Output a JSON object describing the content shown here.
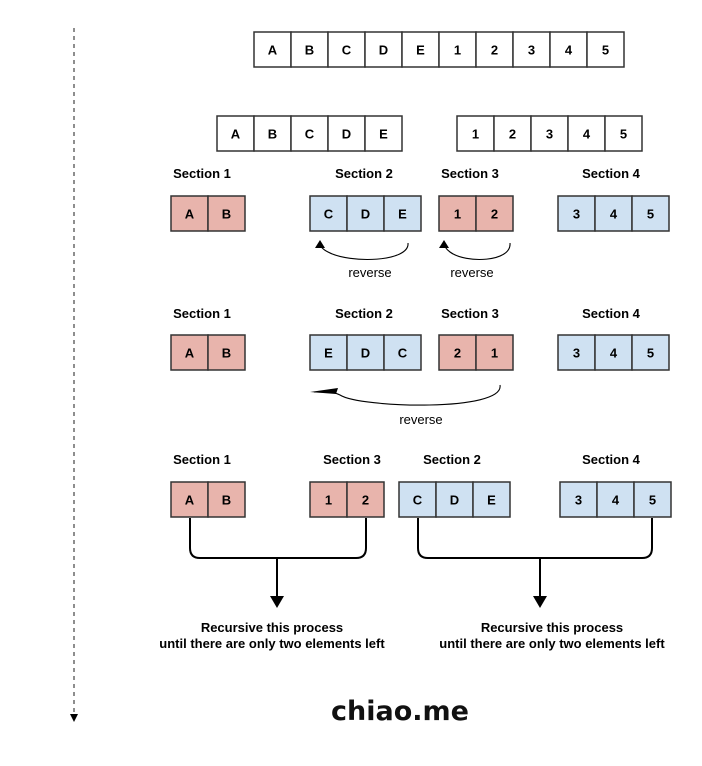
{
  "rows": {
    "full": [
      "A",
      "B",
      "C",
      "D",
      "E",
      "1",
      "2",
      "3",
      "4",
      "5"
    ],
    "split_left": [
      "A",
      "B",
      "C",
      "D",
      "E"
    ],
    "split_right": [
      "1",
      "2",
      "3",
      "4",
      "5"
    ]
  },
  "stage1": {
    "headers": [
      "Section 1",
      "Section 2",
      "Section 3",
      "Section 4"
    ],
    "sec1": [
      "A",
      "B"
    ],
    "sec2": [
      "C",
      "D",
      "E"
    ],
    "sec3": [
      "1",
      "2"
    ],
    "sec4": [
      "3",
      "4",
      "5"
    ],
    "reverse_labels": [
      "reverse",
      "reverse"
    ]
  },
  "stage2": {
    "headers": [
      "Section 1",
      "Section 2",
      "Section 3",
      "Section 4"
    ],
    "sec1": [
      "A",
      "B"
    ],
    "sec2": [
      "E",
      "D",
      "C"
    ],
    "sec3": [
      "2",
      "1"
    ],
    "sec4": [
      "3",
      "4",
      "5"
    ],
    "reverse_label": "reverse"
  },
  "stage3": {
    "headers": [
      "Section 1",
      "Section 3",
      "Section 2",
      "Section 4"
    ],
    "sec1": [
      "A",
      "B"
    ],
    "sec3": [
      "1",
      "2"
    ],
    "sec2": [
      "C",
      "D",
      "E"
    ],
    "sec4": [
      "3",
      "4",
      "5"
    ]
  },
  "notes": {
    "left_line1": "Recursive this process",
    "left_line2": "until there are only two elements left",
    "right_line1": "Recursive this process",
    "right_line2": "until there are only two elements left"
  },
  "brand": "chiao.me",
  "colors": {
    "red_fill": "#e8b4ac",
    "blue_fill": "#cfe1f2",
    "white_fill": "#ffffff",
    "stroke": "#333333"
  }
}
